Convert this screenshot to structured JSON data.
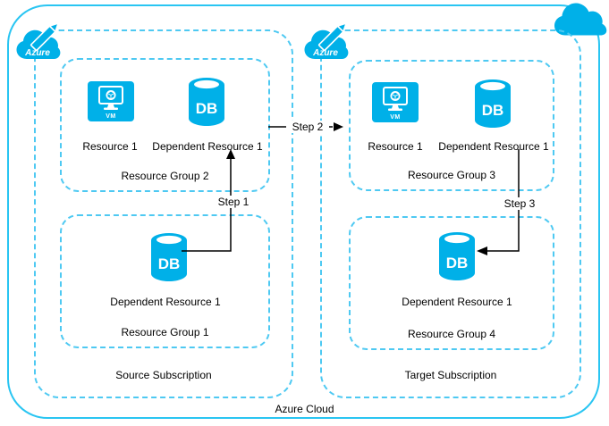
{
  "diagram": {
    "azure_cloud_label": "Azure Cloud",
    "azure_badge_label": "Azure",
    "icons": {
      "vm_text": "VM",
      "db_text": "DB"
    },
    "source_subscription": {
      "label": "Source Subscription",
      "resource_group_2": {
        "label": "Resource Group 2",
        "vm_label": "Resource 1",
        "db_label": "Dependent Resource 1"
      },
      "resource_group_1": {
        "label": "Resource Group 1",
        "db_label": "Dependent Resource 1"
      }
    },
    "target_subscription": {
      "label": "Target Subscription",
      "resource_group_3": {
        "label": "Resource Group 3",
        "vm_label": "Resource 1",
        "db_label": "Dependent Resource 1"
      },
      "resource_group_4": {
        "label": "Resource Group 4",
        "db_label": "Dependent Resource 1"
      }
    },
    "steps": {
      "step1": "Step 1",
      "step2": "Step 2",
      "step3": "Step 3"
    },
    "colors": {
      "azure_blue": "#00b0e8",
      "border_solid": "#29c5f2",
      "border_dashed": "#4ec9f2",
      "text": "#000000"
    }
  }
}
